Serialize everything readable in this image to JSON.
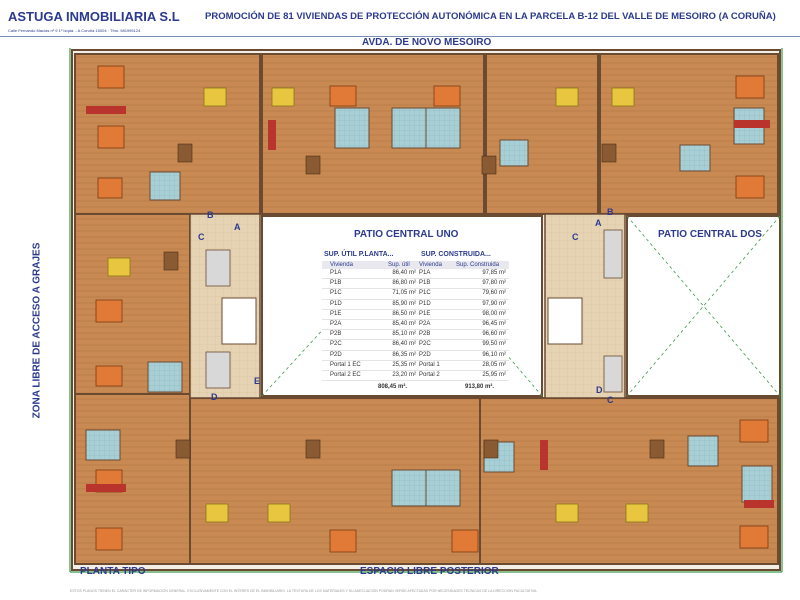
{
  "header": {
    "company": "ASTUGA INMOBILIARIA S.L",
    "contact": "Calle Fernando Macías nº 9 1º Izqda. - A Coruña 15004 · Tfno. 981995124",
    "promotion": "PROMOCIÓN DE 81 VIVIENDAS DE PROTECCIÓN AUTONÓMICA EN LA PARCELA B-12 DEL VALLE DE MESOIRO (A CORUÑA)"
  },
  "labels": {
    "street": "AVDA. DE NOVO MESOIRO",
    "patio_uno": "PATIO CENTRAL UNO",
    "patio_dos": "PATIO CENTRAL DOS",
    "side_zone": "ZONA LIBRE DE ACCESO A GRAJES",
    "plan_type": "PLANTA TIPO",
    "rear_space": "ESPACIO LIBRE POSTERIOR"
  },
  "door_letters": [
    "A",
    "B",
    "C",
    "A",
    "B",
    "C",
    "D",
    "E",
    "D",
    "C"
  ],
  "surface_table": {
    "useful_title": "SUP. ÚTIL P.LANTA...",
    "built_title": "SUP. CONSTRUIDA...",
    "col_dwelling": "Vivienda",
    "col_useful": "Sup. útil",
    "col_built": "Sup. Construida",
    "rows": [
      {
        "unit": "P1A",
        "useful": "86,40 m²",
        "unit2": "P1A",
        "built": "97,85 m²"
      },
      {
        "unit": "P1B",
        "useful": "86,80 m²",
        "unit2": "P1B",
        "built": "97,80 m²"
      },
      {
        "unit": "P1C",
        "useful": "71,05 m²",
        "unit2": "P1C",
        "built": "79,60 m²"
      },
      {
        "unit": "P1D",
        "useful": "85,90 m²",
        "unit2": "P1D",
        "built": "97,90 m²"
      },
      {
        "unit": "P1E",
        "useful": "86,50 m²",
        "unit2": "P1E",
        "built": "98,00 m²"
      },
      {
        "unit": "P2A",
        "useful": "85,40 m²",
        "unit2": "P2A",
        "built": "96,45 m²"
      },
      {
        "unit": "P2B",
        "useful": "85,10 m²",
        "unit2": "P2B",
        "built": "96,60 m²"
      },
      {
        "unit": "P2C",
        "useful": "86,40 m²",
        "unit2": "P2C",
        "built": "99,50 m²"
      },
      {
        "unit": "P2D",
        "useful": "86,35 m²",
        "unit2": "P2D",
        "built": "96,10 m²"
      },
      {
        "unit": "Portal 1 EC",
        "useful": "25,35 m²",
        "unit2": "Portal 1",
        "built": "28,05 m²"
      },
      {
        "unit": "Portal 2 EC",
        "useful": "23,20 m²",
        "unit2": "Portal 2",
        "built": "25,95 m²"
      }
    ],
    "total_useful": "808,45 m².",
    "total_built": "913,80 m²."
  },
  "footer_note": "ESTOS PLANOS TIENEN EL CARÁCTER DE INFORMACIÓN GENERAL, EXCLUSIVAMENTE CON EL INTERÉS DE EL INMOBILIARIO. LA TEXTURA DE LOS MATERIALES Y SU ADECUACIÓN PODRÁN VERSE AFECTADAS POR NECESIDADES TÉCNICAS DE LA DIRECCIÓN FACULTATIVA.",
  "colors": {
    "brand_blue": "#2b3a8f",
    "wall": "#6b4a32",
    "wood_floor": "#c88a52",
    "light_floor": "#e6d3b3",
    "bath_tile": "#a9cfd6",
    "patio_green": "#3c9a4a",
    "bed_orange": "#e07a36",
    "sofa_yellow": "#e8c640",
    "rug": "#b8342c"
  }
}
